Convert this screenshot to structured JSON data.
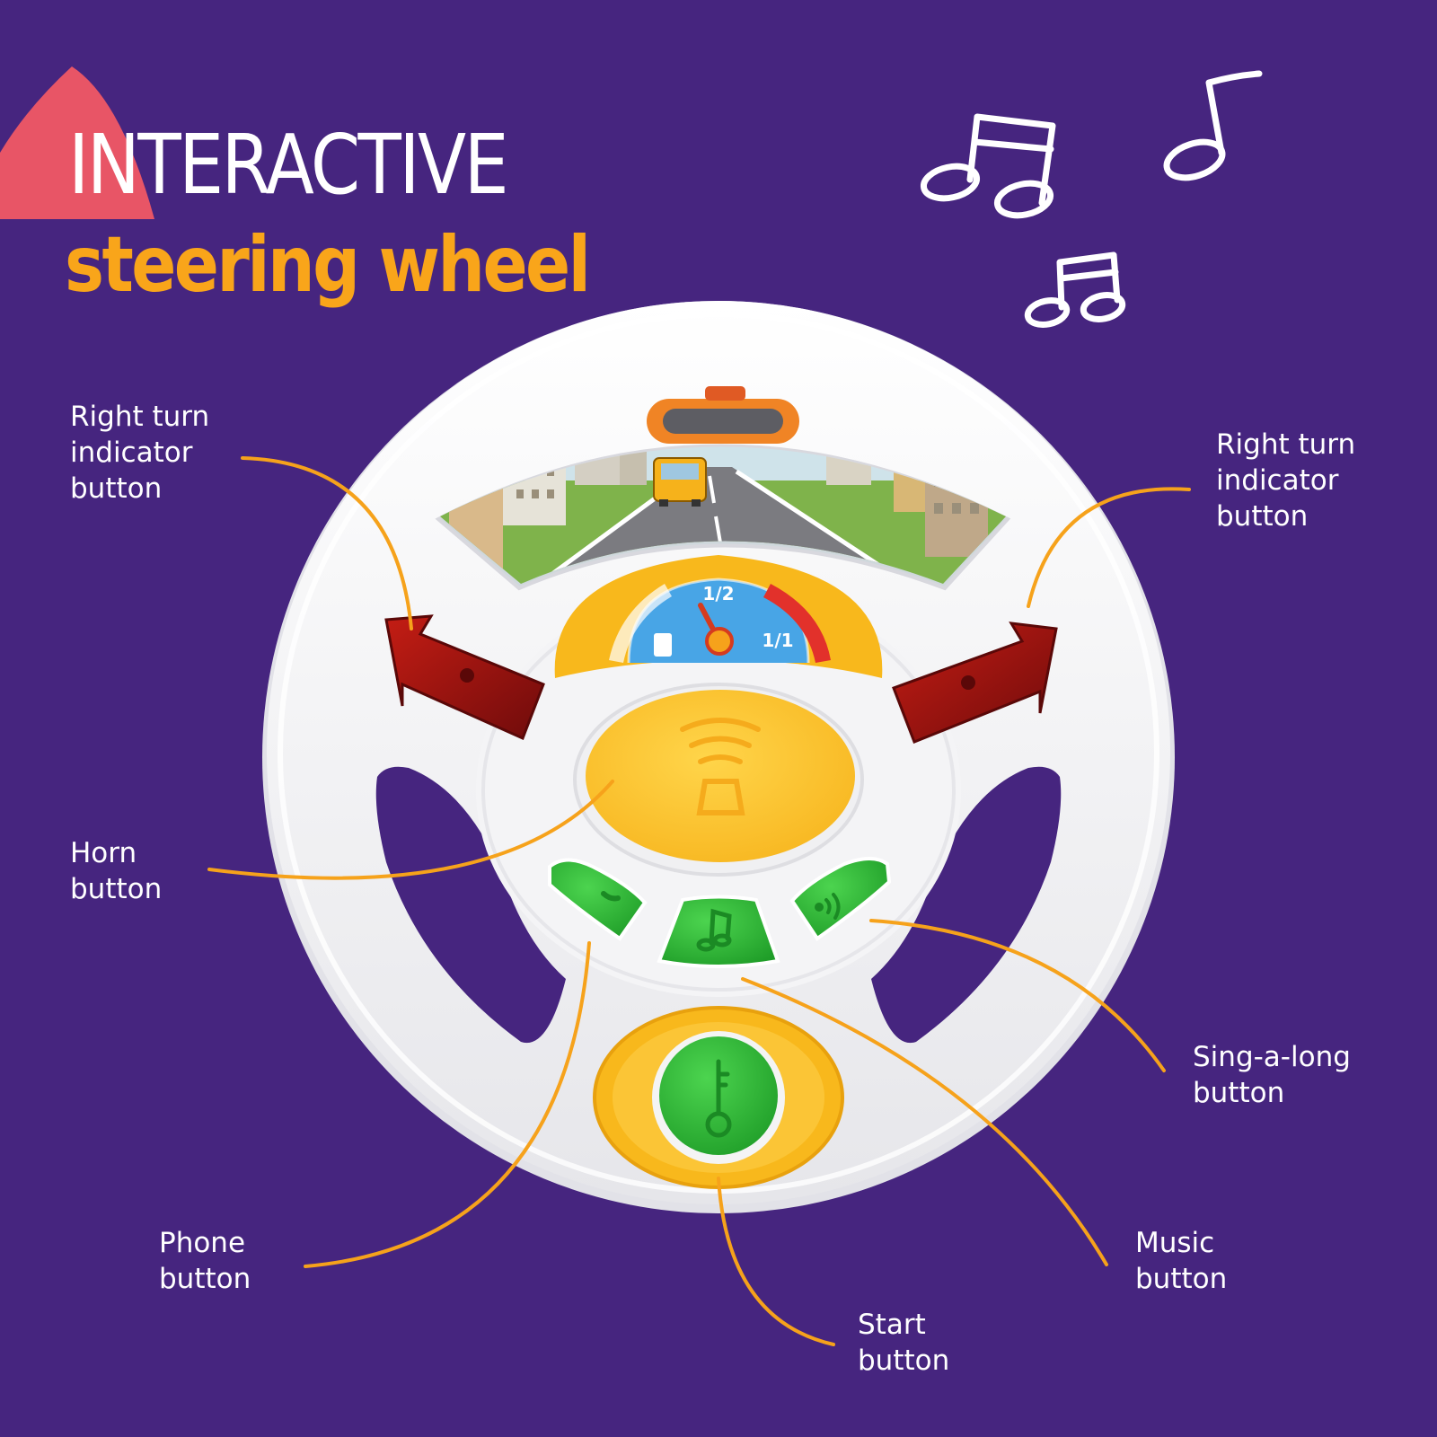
{
  "title": {
    "line1": "INTERACTIVE",
    "line2": "steering wheel"
  },
  "labels": {
    "right_turn_left": "Right turn\nindicator\nbutton",
    "right_turn_right": "Right turn\nindicator\nbutton",
    "horn": "Horn\nbutton",
    "phone": "Phone\nbutton",
    "start": "Start\nbutton",
    "music": "Music\nbutton",
    "singalong": "Sing-a-long\nbutton"
  },
  "gauge": {
    "half": "1/2",
    "full": "1/1"
  },
  "colors": {
    "background": "#46257f",
    "accent_triangle": "#e85566",
    "title_primary": "#ffffff",
    "title_secondary": "#f9a51a",
    "callout_line": "#f6a21b",
    "wheel": "#f6f6f6",
    "horn_button": "#fbc02d",
    "green_buttons": "#2bb534",
    "indicator_arrows": "#8e1010"
  },
  "icons": {
    "notes": [
      "music-notes-icon",
      "music-note-icon"
    ],
    "horn": "horn-waves-icon",
    "phone": "phone-icon",
    "music": "music-note-icon",
    "singalong": "signal-icon",
    "start": "key-icon",
    "fuel": "fuel-pump-icon"
  }
}
